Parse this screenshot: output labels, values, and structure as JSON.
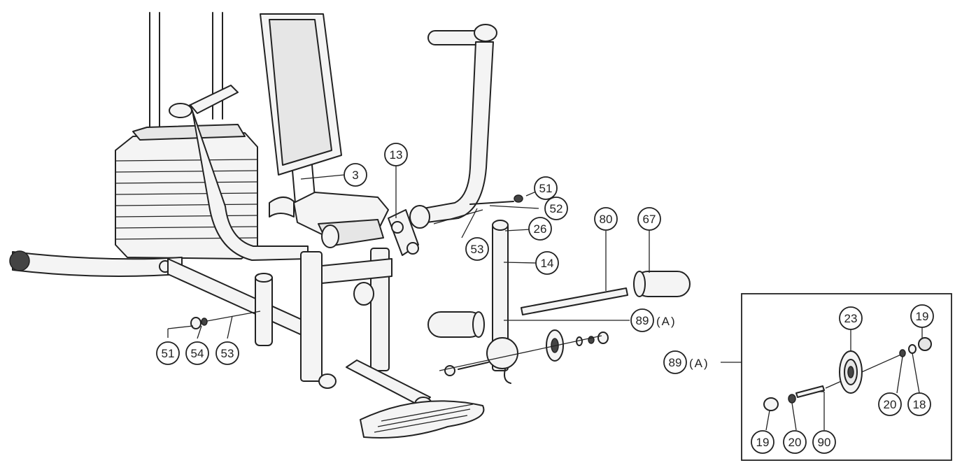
{
  "callouts": {
    "c3": "3",
    "c13": "13",
    "c51_top": "51",
    "c52": "52",
    "c26": "26",
    "c53_mid": "53",
    "c14": "14",
    "c80": "80",
    "c67": "67",
    "c89": "89",
    "c89_suffix": "(A)",
    "c51_low": "51",
    "c54": "54",
    "c53_low": "53"
  },
  "detail": {
    "label_num": "89",
    "label_suffix": "(A)",
    "c23": "23",
    "c19_top": "19",
    "c20_right": "20",
    "c18": "18",
    "c19_low": "19",
    "c20_low": "20",
    "c90": "90"
  }
}
